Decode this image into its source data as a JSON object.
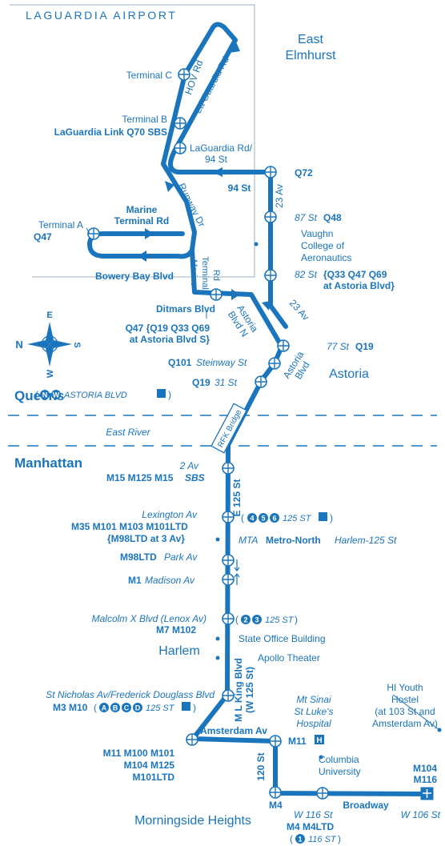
{
  "title": "LAGUARDIA AIRPORT",
  "areas": {
    "east_elmhurst_1": "East",
    "east_elmhurst_2": "Elmhurst",
    "astoria": "Astoria",
    "harlem": "Harlem",
    "morningside": "Morningside Heights"
  },
  "regions": {
    "queens": "Queens",
    "manhattan": "Manhattan"
  },
  "water": {
    "east_river": "East River"
  },
  "bridge": "RFK Bridge",
  "compass": {
    "n": "N",
    "s": "S",
    "e": "E",
    "w": "W"
  },
  "streets": {
    "hov": "HOV Rd",
    "laguardia_rd": "La Guardia Rd",
    "runway": "Runway Dr",
    "marine_terminal_rd_1": "Marine",
    "marine_terminal_rd_2": "Terminal Rd",
    "marine_terminal_v1": "Marine",
    "marine_terminal_v2": "Terminal",
    "marine_terminal_v3": "Rd",
    "bowery": "Bowery Bay Blvd",
    "st94": "94 St",
    "av23": "23 Av",
    "av23b": "23 Av",
    "ditmars": "Ditmars Blvd",
    "astoria_blvd_n_1": "Astoria",
    "astoria_blvd_n_2": "Blvd N",
    "astoria_blvd_1": "Astoria",
    "astoria_blvd_2": "Blvd",
    "e125": "E 125 St",
    "mlking_1": "M L King Blvd",
    "mlking_2": "(W 125 St)",
    "amsterdam": "Amsterdam Av",
    "st120": "120 St",
    "broadway": "Broadway"
  },
  "stops": {
    "terminal_c": "Terminal C",
    "terminal_b": "Terminal B",
    "laguardia_link": "LaGuardia Link Q70 SBS",
    "lg94_1": "LaGuardia Rd/",
    "lg94_2": "94 St",
    "q72": "Q72",
    "st87": "87 St",
    "q48": "Q48",
    "vaughn_1": "Vaughn",
    "vaughn_2": "College of",
    "vaughn_3": "Aeronautics",
    "st82": "82 St",
    "st82_routes": "{Q33 Q47 Q69",
    "st82_routes2": "at Astoria Blvd}",
    "terminal_a": "Terminal A",
    "q47": "Q47",
    "ditmars_routes_1": "Q47 {Q19 Q33 Q69",
    "ditmars_routes_2": "at Astoria Blvd S}",
    "st77": "77 St",
    "q19": "Q19",
    "q101": "Q101",
    "steinway": "Steinway St",
    "q19b": "Q19",
    "st31": "31 St",
    "astoria_blvd_station": "ASTORIA BLVD",
    "av2": "2 Av",
    "av2_routes": "M15 M125 M15",
    "av2_sbs": "SBS",
    "lexington": "Lexington Av",
    "lex_routes_1": "M35 M101 M103 M101LTD",
    "lex_routes_2": "{M98LTD at 3 Av}",
    "st125": "125 ST",
    "mta": "MTA",
    "metro_north": "Metro-North",
    "harlem125": "Harlem-125 St",
    "m98ltd": "M98LTD",
    "park": "Park Av",
    "m1": "M1",
    "madison": "Madison Av",
    "malcolm": "Malcolm X Blvd (Lenox Av)",
    "malcolm_routes": "M7 M102",
    "state_office": "State Office Building",
    "apollo": "Apollo Theater",
    "st_nicholas": "St Nicholas Av/Frederick Douglass Blvd",
    "m3m10": "M3 M10",
    "mtsinai_1": "Mt Sinai",
    "mtsinai_2": "St Luke's",
    "mtsinai_3": "Hospital",
    "hi_1": "HI Youth",
    "hi_2": "Hostel",
    "hi_3": "(at 103 St and",
    "hi_4": "Amsterdam Av)",
    "amst_routes_1": "M11 M100 M101",
    "amst_routes_2": "M104 M125",
    "amst_routes_3": "M101LTD",
    "m11": "M11",
    "columbia_1": "Columbia",
    "columbia_2": "University",
    "m4": "M4",
    "w116": "W 116 St",
    "m4_routes": "M4 M4LTD",
    "st116": "116 ST",
    "m104": "M104",
    "m116": "M116",
    "w106": "W 106 St"
  },
  "subway": {
    "n": "N",
    "w": "W",
    "s4": "4",
    "s5": "5",
    "s6": "6",
    "s2": "2",
    "s3": "3",
    "a": "A",
    "b": "B",
    "c": "C",
    "d": "D",
    "s1": "1"
  },
  "hospital_symbol": "H",
  "colors": {
    "route": "#1b75bc",
    "label": "#1b75bc",
    "line_gray": "#8fa3b3"
  }
}
